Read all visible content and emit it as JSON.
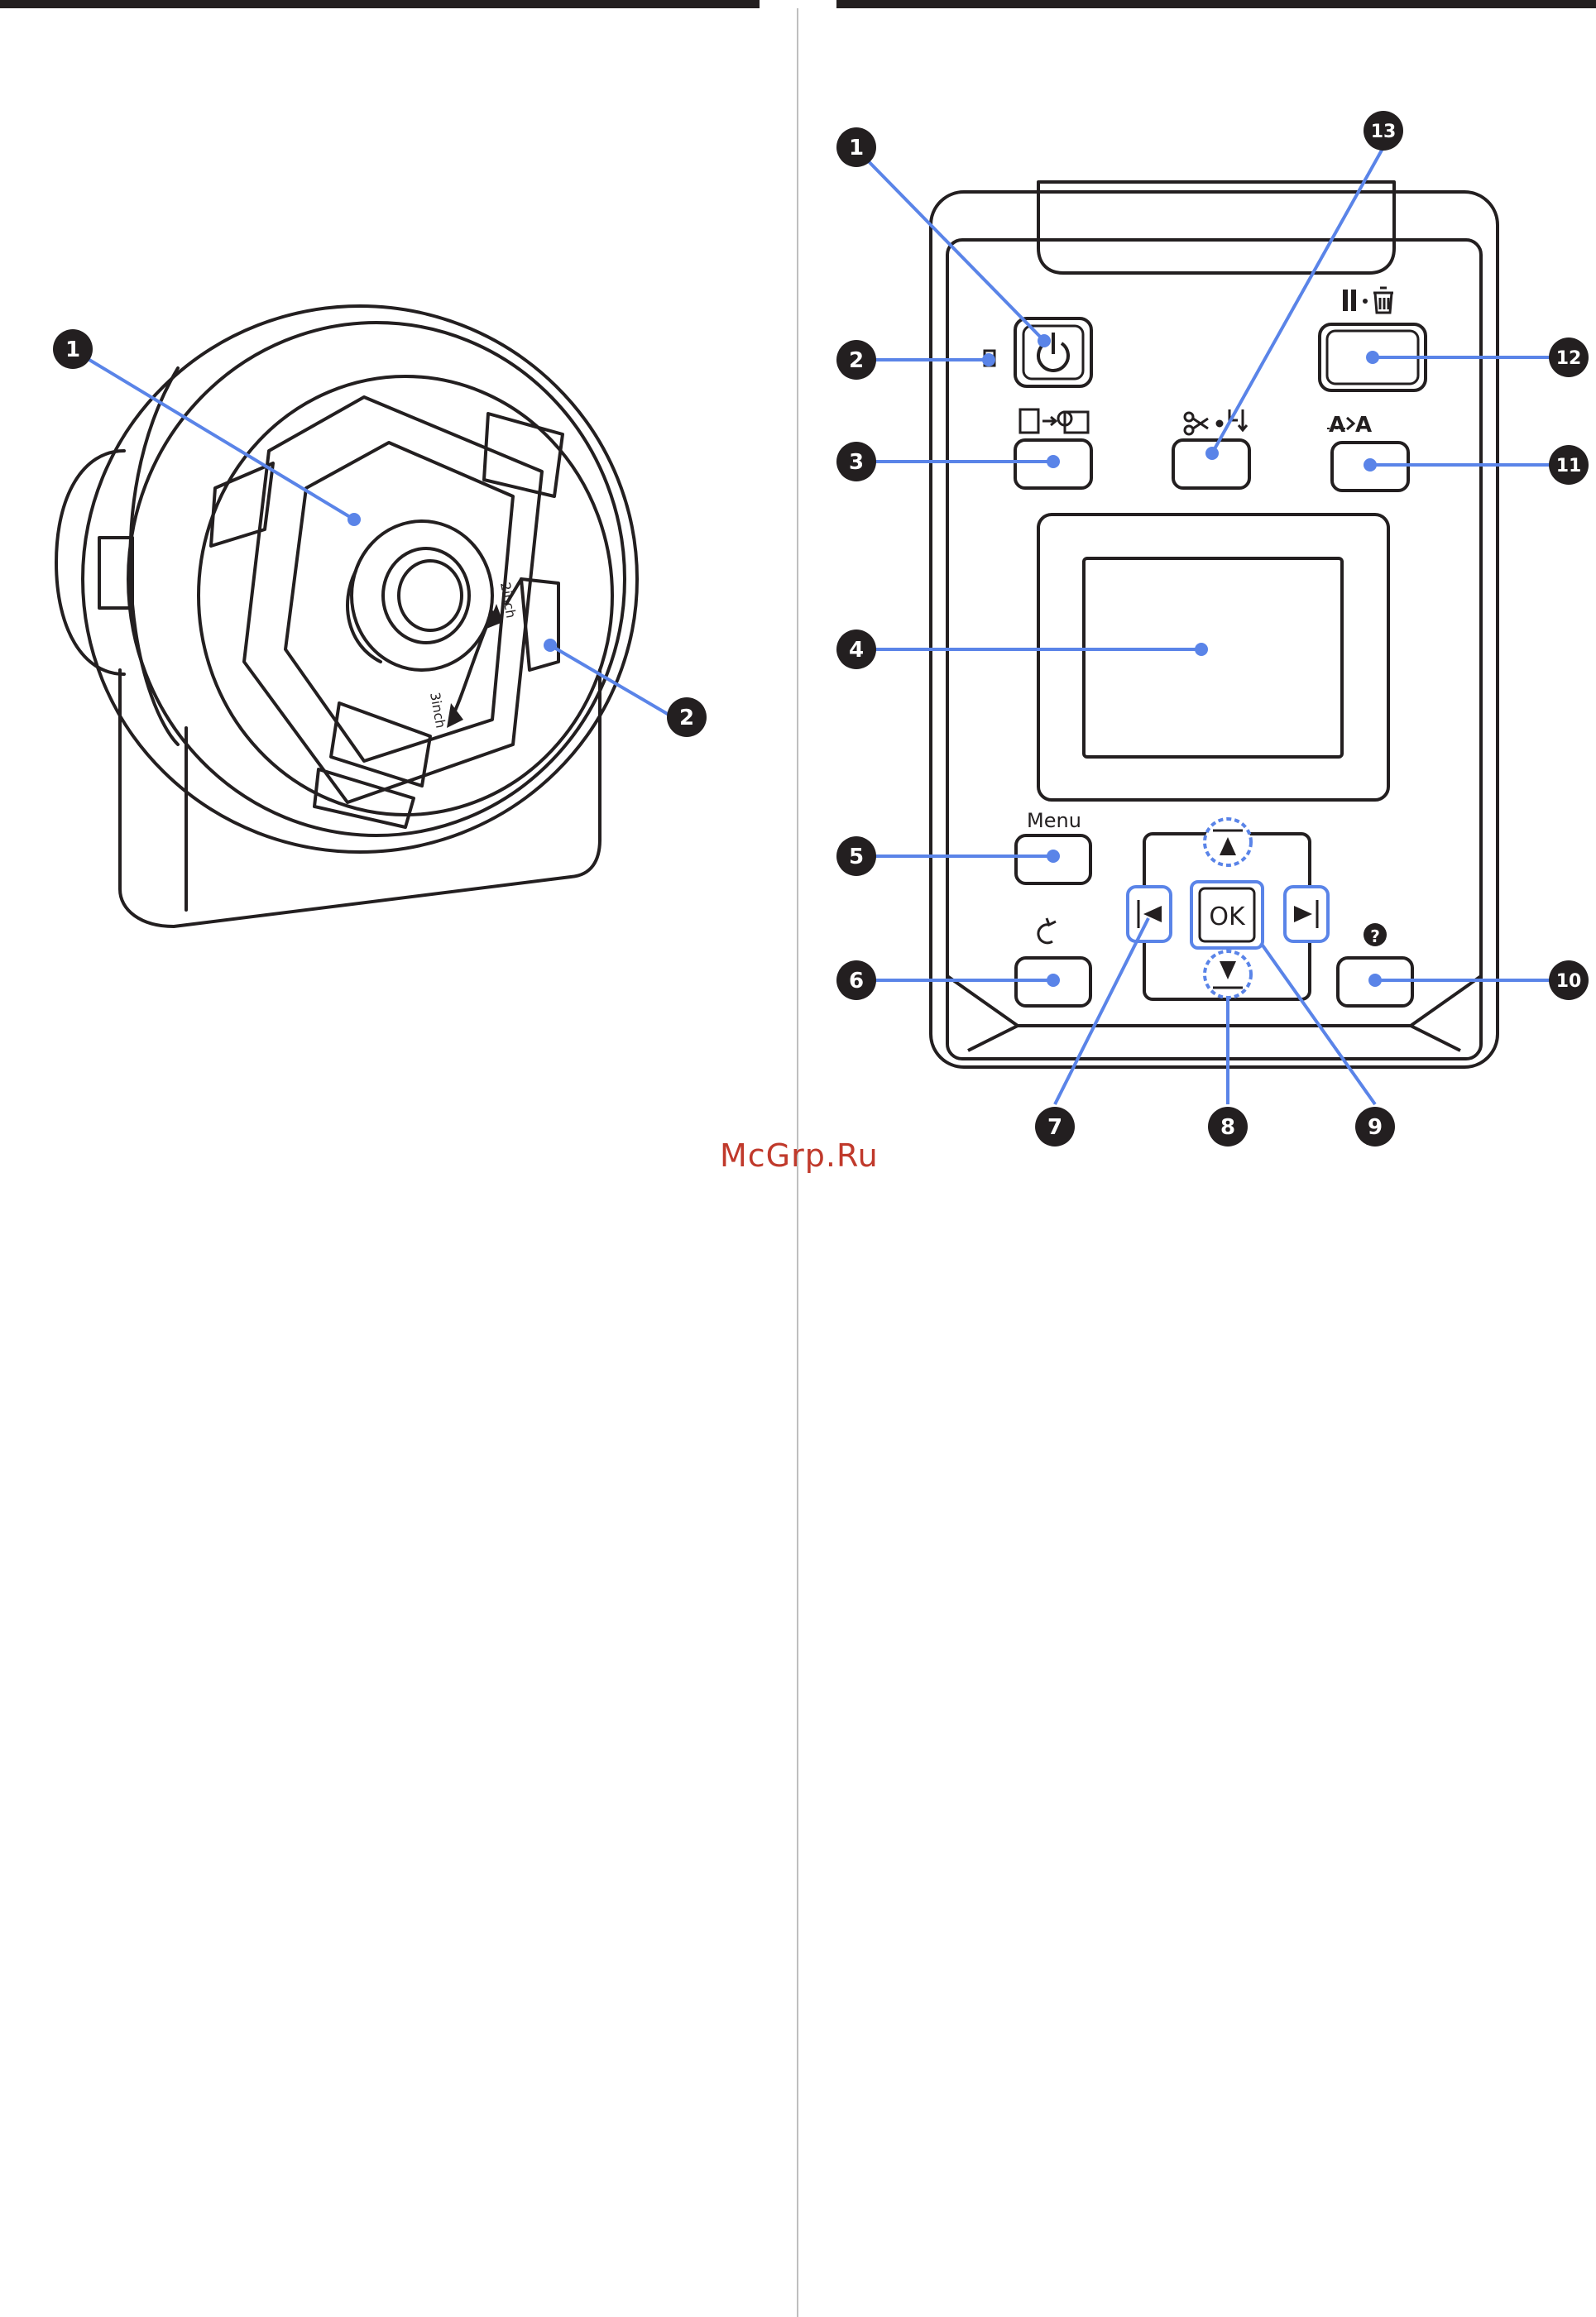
{
  "watermark": "McGrp.Ru",
  "adapter_figure": {
    "callouts": [
      "1",
      "2"
    ],
    "dial_labels": {
      "upper": "2inch",
      "lower": "3inch"
    }
  },
  "panel_figure": {
    "callouts": [
      "1",
      "2",
      "3",
      "4",
      "5",
      "6",
      "7",
      "8",
      "9",
      "10",
      "11",
      "12",
      "13"
    ],
    "menu_label": "Menu",
    "ok_label": "OK",
    "icons": {
      "power": "power-icon",
      "led": "led-indicator",
      "paper_source": "paper-source-icon",
      "cut": "scissors-cut-icon",
      "pause_cancel": "pause-cancel-icon",
      "maintenance": "head-maintenance-icon",
      "back": "back-arrow-icon",
      "help": "help-icon",
      "up": "up-arrow-icon",
      "down": "down-arrow-icon",
      "left": "left-arrow-icon",
      "right": "right-arrow-icon"
    }
  },
  "colors": {
    "leader": "#5a84e8",
    "ink": "#231f20",
    "watermark": "#c0392b"
  }
}
